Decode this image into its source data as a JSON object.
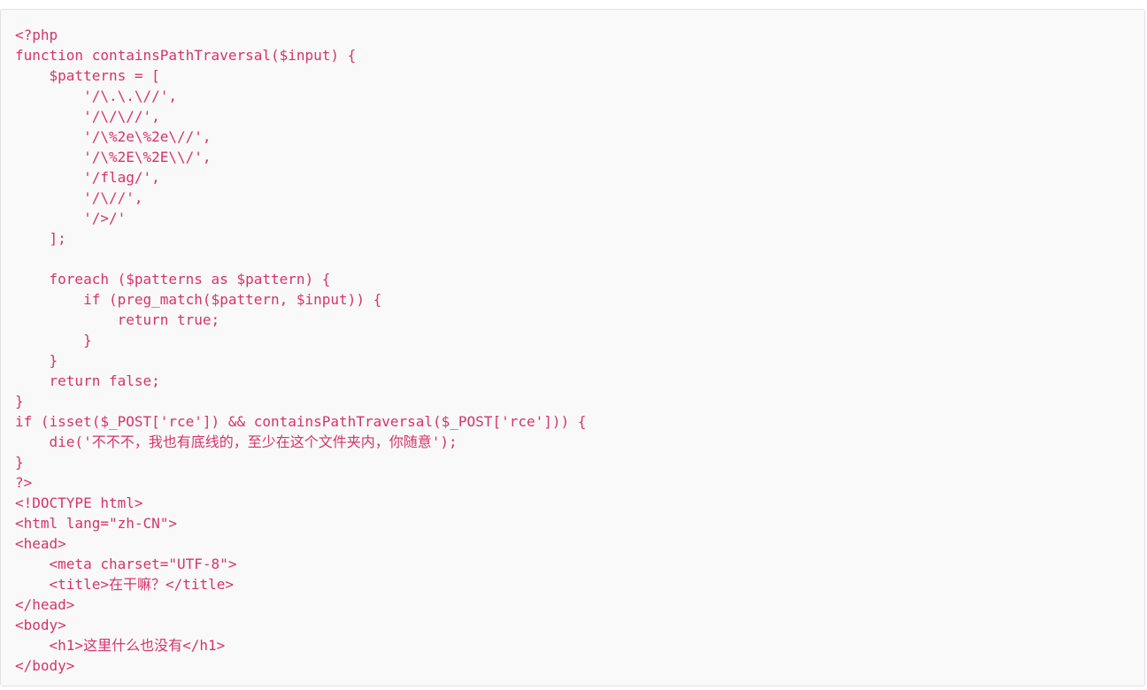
{
  "code_block": {
    "language": "php",
    "text_color": "#d6336c",
    "background_color": "#f9f9f9",
    "lines": [
      "<?php",
      "function containsPathTraversal($input) {",
      "    $patterns = [",
      "        '/\\.\\.\\//',",
      "        '/\\/\\//',",
      "        '/\\%2e\\%2e\\//',",
      "        '/\\%2E\\%2E\\\\/',",
      "        '/flag/',",
      "        '/\\//',",
      "        '/>/'",
      "    ];",
      "",
      "    foreach ($patterns as $pattern) {",
      "        if (preg_match($pattern, $input)) {",
      "            return true;",
      "        }",
      "    }",
      "    return false;",
      "}",
      "if (isset($_POST['rce']) && containsPathTraversal($_POST['rce'])) {",
      "    die('不不不，我也有底线的，至少在这个文件夹内，你随意');",
      "}",
      "?>",
      "<!DOCTYPE html>",
      "<html lang=\"zh-CN\">",
      "<head>",
      "    <meta charset=\"UTF-8\">",
      "    <title>在干嘛？</title>",
      "</head>",
      "<body>",
      "    <h1>这里什么也没有</h1>",
      "</body>"
    ]
  }
}
